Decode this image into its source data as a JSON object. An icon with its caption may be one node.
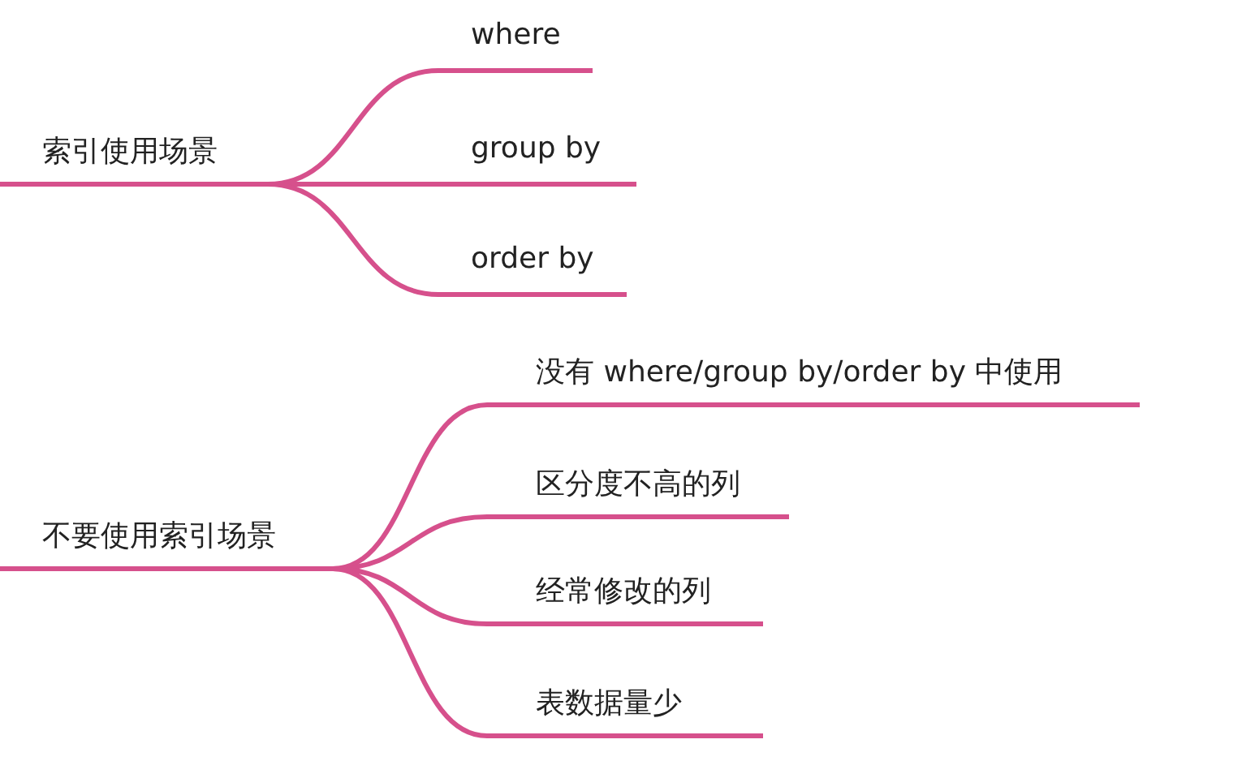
{
  "diagram": {
    "nodes": [
      {
        "text": [
          "索引使用场景"
        ]
      },
      {
        "text": [
          "where"
        ]
      },
      {
        "text": [
          "group by"
        ]
      },
      {
        "text": [
          "order by"
        ]
      },
      {
        "text": [
          "不要使用索引场景"
        ]
      },
      {
        "text": [
          "没有 where/group by/order by 中使用"
        ]
      },
      {
        "text": [
          "区分度不高的列"
        ]
      },
      {
        "text": [
          "经常修改的列"
        ]
      },
      {
        "text": [
          "表数据量少"
        ]
      }
    ],
    "edges": [
      {
        "from": 0,
        "to": 1,
        "arrow": "none"
      },
      {
        "from": 0,
        "to": 2,
        "arrow": "none"
      },
      {
        "from": 0,
        "to": 3,
        "arrow": "none"
      },
      {
        "from": 4,
        "to": 5,
        "arrow": "none"
      },
      {
        "from": 4,
        "to": 6,
        "arrow": "none"
      },
      {
        "from": 4,
        "to": 7,
        "arrow": "none"
      },
      {
        "from": 4,
        "to": 8,
        "arrow": "none"
      }
    ]
  }
}
